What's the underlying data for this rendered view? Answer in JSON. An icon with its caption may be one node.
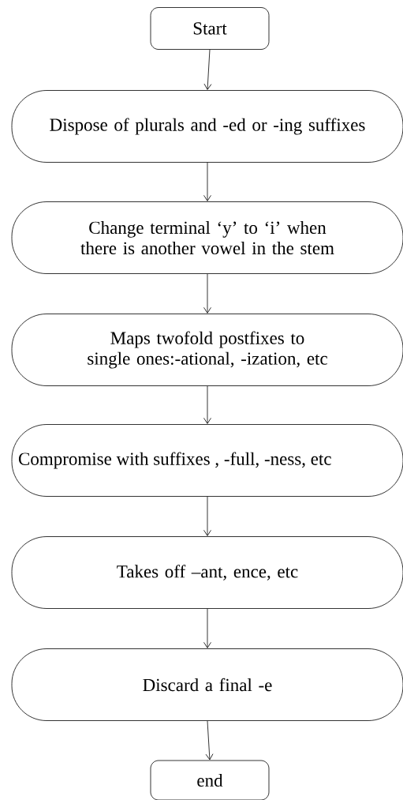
{
  "diagram": {
    "nodes": [
      {
        "text": [
          "Start"
        ]
      },
      {
        "text": [
          "Dispose of plurals and -ed or -ing suffixes"
        ]
      },
      {
        "text": [
          "Change terminal ‘y’ to ‘i’ when there is another vowel in the stem"
        ]
      },
      {
        "text": [
          "Maps twofold postfixes to single ones:-ational, -ization, etc"
        ]
      },
      {
        "text": [
          "Compromise with suffixes , -full, -ness, etc"
        ]
      },
      {
        "text": [
          "Takes off –ant, ence, etc"
        ]
      },
      {
        "text": [
          "Discard a final -e"
        ]
      },
      {
        "text": [
          "end"
        ]
      }
    ],
    "edges": [
      {
        "from": 0,
        "to": 1,
        "arrow": "to"
      },
      {
        "from": 1,
        "to": 2,
        "arrow": "to"
      },
      {
        "from": 2,
        "to": 3,
        "arrow": "to"
      },
      {
        "from": 3,
        "to": 4,
        "arrow": "to"
      },
      {
        "from": 4,
        "to": 5,
        "arrow": "to"
      },
      {
        "from": 5,
        "to": 6,
        "arrow": "to"
      },
      {
        "from": 6,
        "to": 7,
        "arrow": "to"
      }
    ]
  }
}
